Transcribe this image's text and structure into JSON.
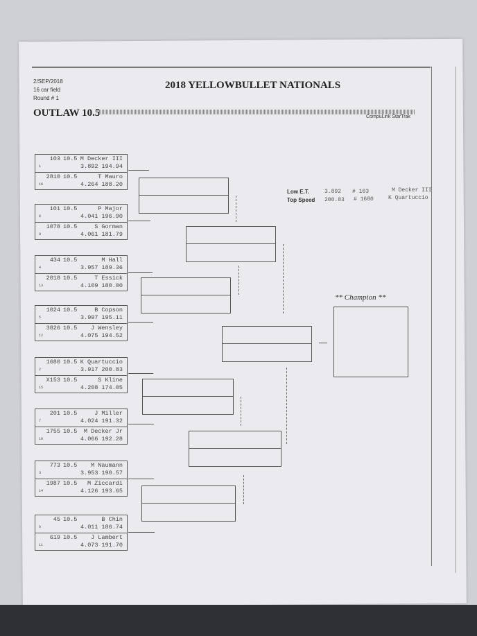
{
  "header": {
    "date": "2/SEP/2018",
    "field": "16 car field",
    "round": "Round # 1",
    "title": "2018 YELLOWBULLET NATIONALS",
    "class": "OUTLAW 10.5",
    "system": "CompuLink StarTrak"
  },
  "stats": {
    "low_et_label": "Low  E.T.",
    "low_et": "3.892",
    "low_et_car": "# 103",
    "low_et_driver": "M Decker III",
    "top_speed_label": "Top Speed",
    "top_speed": "200.83",
    "top_speed_car": "# 1680",
    "top_speed_driver": "K Quartuccio"
  },
  "champion_label": "** Champion **",
  "matches": [
    [
      {
        "num": "103",
        "cls": "10.5",
        "name": "M Decker III",
        "seed": "1",
        "et": "3.892",
        "speed": "194.94"
      },
      {
        "num": "2810",
        "cls": "10.5",
        "name": "T Mauro",
        "seed": "16",
        "et": "4.264",
        "speed": "188.20"
      }
    ],
    [
      {
        "num": "101",
        "cls": "10.5",
        "name": "P Major",
        "seed": "8",
        "et": "4.041",
        "speed": "196.90"
      },
      {
        "num": "1078",
        "cls": "10.5",
        "name": "S Gorman",
        "seed": "9",
        "et": "4.061",
        "speed": "181.79"
      }
    ],
    [
      {
        "num": "434",
        "cls": "10.5",
        "name": "M Hall",
        "seed": "4",
        "et": "3.957",
        "speed": "189.36"
      },
      {
        "num": "2018",
        "cls": "10.5",
        "name": "T Essick",
        "seed": "13",
        "et": "4.109",
        "speed": "180.00"
      }
    ],
    [
      {
        "num": "1024",
        "cls": "10.5",
        "name": "B Copson",
        "seed": "5",
        "et": "3.997",
        "speed": "195.11"
      },
      {
        "num": "3826",
        "cls": "10.5",
        "name": "J Wensley",
        "seed": "12",
        "et": "4.075",
        "speed": "194.52"
      }
    ],
    [
      {
        "num": "1680",
        "cls": "10.5",
        "name": "K Quartuccio",
        "seed": "2",
        "et": "3.917",
        "speed": "200.83"
      },
      {
        "num": "X153",
        "cls": "10.5",
        "name": "S Kline",
        "seed": "15",
        "et": "4.208",
        "speed": "174.05"
      }
    ],
    [
      {
        "num": "201",
        "cls": "10.5",
        "name": "J Miller",
        "seed": "7",
        "et": "4.024",
        "speed": "191.32"
      },
      {
        "num": "1755",
        "cls": "10.5",
        "name": "M Decker Jr",
        "seed": "10",
        "et": "4.066",
        "speed": "192.28"
      }
    ],
    [
      {
        "num": "773",
        "cls": "10.5",
        "name": "M Naumann",
        "seed": "3",
        "et": "3.953",
        "speed": "190.57"
      },
      {
        "num": "1987",
        "cls": "10.5",
        "name": "M Ziccardi",
        "seed": "14",
        "et": "4.126",
        "speed": "193.65"
      }
    ],
    [
      {
        "num": "45",
        "cls": "10.5",
        "name": "B Chin",
        "seed": "6",
        "et": "4.011",
        "speed": "186.74"
      },
      {
        "num": "619",
        "cls": "10.5",
        "name": "J Lambert",
        "seed": "11",
        "et": "4.073",
        "speed": "191.70"
      }
    ]
  ]
}
